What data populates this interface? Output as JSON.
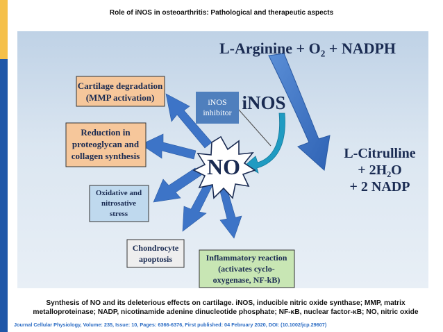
{
  "header": {
    "title": "Role of iNOS in osteoarthritis: Pathological and therapeutic aspects"
  },
  "diagram": {
    "reaction": {
      "substrates": "L-Arginine + O₂ + NADPH",
      "enzyme": "iNOS",
      "inhibitor_line1": "iNOS",
      "inhibitor_line2": "inhibitor",
      "product_line1": "L-Citrulline",
      "product_line2": "+ 2H₂O",
      "product_line3": "+ 2 NADP"
    },
    "center": "NO",
    "effects": [
      {
        "lines": [
          "Cartilage degradation",
          "(MMP activation)"
        ],
        "color": "#f6c79b"
      },
      {
        "lines": [
          "Reduction in",
          "proteoglycan and",
          "collagen synthesis"
        ],
        "color": "#f6c79b"
      },
      {
        "lines": [
          "Oxidative and",
          "nitrosative",
          "stress"
        ],
        "color": "#bfd9ee"
      },
      {
        "lines": [
          "Chondrocyte",
          "apoptosis"
        ],
        "color": "#eeeeee"
      },
      {
        "lines": [
          "Inflammatory reaction",
          "(activates cyclo-",
          "oxygenase, NF-kB)"
        ],
        "color": "#c8e6b4"
      }
    ]
  },
  "caption": "Synthesis of NO and its deleterious effects on cartilage. iNOS, inducible nitric oxide synthase; MMP, matrix metalloproteinase; NADP, nicotinamide adenine dinucleotide phosphate; NF-κB, nuclear factor-κB; NO, nitric oxide",
  "citation": "Journal Cellular Physiology, Volume: 235, Issue: 10, Pages: 6366-6376, First published: 04 February 2020, DOI: (10.1002/jcp.29607)",
  "colors": {
    "arrow_blue": "#3d74c7",
    "inhibitor_box": "#4f7fbd",
    "teal_arrow": "#1f9bc2",
    "sidebar_yellow": "#f5c04a",
    "sidebar_blue": "#1f57a8"
  }
}
